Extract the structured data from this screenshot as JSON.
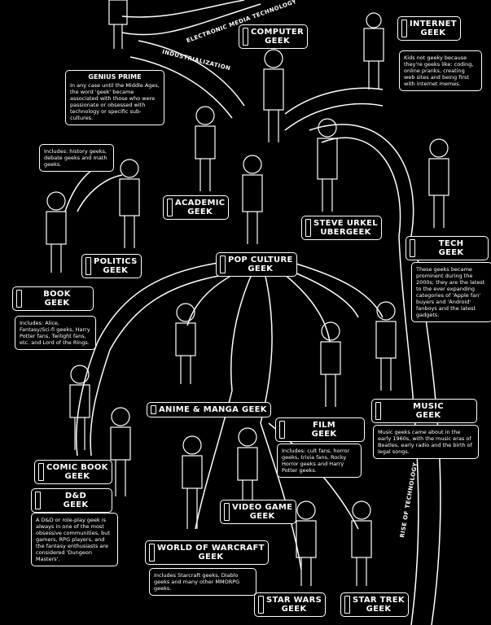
{
  "nodes": {
    "genius_prime": {
      "title": "GENIUS PRIME",
      "desc": "In any case until the Middle Ages, the word 'geek' became associated with those who were passionate or obsessed with technology or specific sub-cultures."
    },
    "computer_geek": {
      "title": "COMPUTER\nGEEK"
    },
    "internet_geek": {
      "title": "INTERNET\nGEEK",
      "desc": "Kids not geeky because they're geeks like: coding, online pranks, creating web sites and being first with internet memes."
    },
    "politics_note": {
      "desc": "Includes: history geeks, debate geeks and math geeks."
    },
    "academic_geek": {
      "title": "ACADEMIC\nGEEK"
    },
    "steve_urkel": {
      "title": "STEVE URKEL\nUBERGEEK"
    },
    "politics_geek": {
      "title": "POLITICS\nGEEK"
    },
    "tech_geek": {
      "title": "TECH\nGEEK",
      "desc": "These geeks became prominent during the 2000s; they are the latest to the ever expanding categories of 'Apple fan' buyers and 'Android' fanboys and the latest gadgets."
    },
    "pop_culture": {
      "title": "POP CULTURE\nGEEK"
    },
    "book_geek": {
      "title": "BOOK\nGEEK",
      "desc": "Includes: Alice, Fantasy/Sci-fi geeks, Harry Potter fans, Twilight fans, etc. and Lord of the Rings."
    },
    "anime_geek": {
      "title": "ANIME & MANGA GEEK"
    },
    "music_geek": {
      "title": "MUSIC\nGEEK",
      "desc": "Music geeks came about in the early 1960s, with the music eras of Beatles, early radio and the birth of legal songs."
    },
    "film_geek": {
      "title": "FILM\nGEEK",
      "desc": "Includes: cult fans, horror geeks, trivia fans, Rocky Horror geeks and Harry Potter geeks."
    },
    "comic_geek": {
      "title": "COMIC BOOK\nGEEK"
    },
    "dnd_geek": {
      "title": "D&D\nGEEK",
      "desc": "A D&D or role-play geek is always in one of the most obsessive communities, but gamers, RPG players, and the fantasy enthusiasts are considered 'Dungeon Masters'."
    },
    "video_game": {
      "title": "VIDEO GAME\nGEEK"
    },
    "wow_geek": {
      "title": "WORLD OF WARCRAFT\nGEEK",
      "desc": "Includes Starcraft geeks, Diablo geeks and many other MMORPG geeks."
    },
    "star_wars": {
      "title": "STAR WARS\nGEEK"
    },
    "star_trek": {
      "title": "STAR TREK\nGEEK"
    }
  },
  "paths": {
    "top_arrow": "ELECTRONIC MEDIA TECHNOLOGY",
    "industrialization": "INDUSTRIALIZATION",
    "right_path": "RISE OF TECHNOLOGY"
  },
  "colors": {
    "background": "#000000",
    "line": "#ffffff"
  }
}
